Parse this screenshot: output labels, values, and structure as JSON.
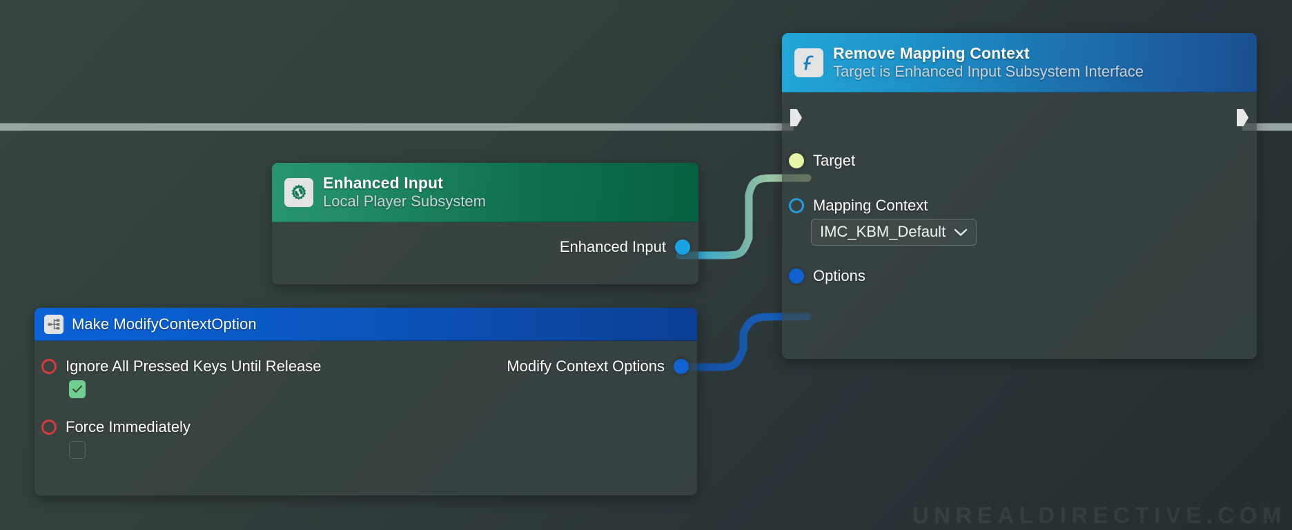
{
  "app": {
    "context": "Unreal Engine Blueprint Graph",
    "watermark": "UNREALDIRECTIVE.COM",
    "background_from": "#37463f",
    "background_to": "#252d30"
  },
  "colors": {
    "exec_wire": "#9aa6a4",
    "object_pin": "#e9f5a6",
    "struct_pin": "#0f63d2",
    "subsystem_pin": "#19a3e5",
    "bool_pin": "#d53b3b",
    "class_pin": "#1f9ee0",
    "function_node_header": "#1d8fc6",
    "subsystem_node_header": "#10714f",
    "make_node_header": "#0a59c4",
    "checkbox_checked": "#6ecf8e"
  },
  "nodes": [
    {
      "id": "remove-mapping-context",
      "icon": "function-f-icon",
      "title": "Remove Mapping Context",
      "subtitle": "Target is Enhanced Input Subsystem Interface",
      "exec_in": {
        "name": "exec-in-pin",
        "connected": true
      },
      "exec_out": {
        "name": "exec-out-pin",
        "connected": true
      },
      "inputs": [
        {
          "label": "Target",
          "pin_style": "dot-object",
          "connected": true
        },
        {
          "label": "Mapping Context",
          "pin_style": "ring-class",
          "connected": false,
          "widget": {
            "type": "dropdown",
            "value": "IMC_KBM_Default"
          }
        },
        {
          "label": "Options",
          "pin_style": "dot-struct",
          "connected": true
        }
      ]
    },
    {
      "id": "enhanced-input",
      "icon": "gear-icon",
      "title": "Enhanced Input",
      "subtitle": "Local Player Subsystem",
      "outputs": [
        {
          "label": "Enhanced Input",
          "pin_style": "dot-subsystem",
          "connected": true
        }
      ]
    },
    {
      "id": "make-modify-context-option",
      "icon": "make-struct-icon",
      "title": "Make ModifyContextOption",
      "inputs": [
        {
          "label": "Ignore All Pressed Keys Until Release",
          "pin_style": "ring-bool",
          "widget": {
            "type": "checkbox",
            "checked": true
          }
        },
        {
          "label": "Force Immediately",
          "pin_style": "ring-bool",
          "widget": {
            "type": "checkbox",
            "checked": false
          }
        }
      ],
      "outputs": [
        {
          "label": "Modify Context Options",
          "pin_style": "dot-struct",
          "connected": true
        }
      ]
    }
  ],
  "connections": [
    {
      "from": "enhanced-input.Enhanced Input",
      "to": "remove-mapping-context.Target",
      "color_from": "#19a3e5",
      "color_to": "#c9dd9a"
    },
    {
      "from": "make-modify-context-option.Modify Context Options",
      "to": "remove-mapping-context.Options",
      "color_from": "#1356a8",
      "color_to": "#1a60c0"
    },
    {
      "from": "graph-left-edge",
      "to": "remove-mapping-context.exec-in",
      "color_from": "#9aa6a4",
      "color_to": "#9aa6a4"
    },
    {
      "from": "remove-mapping-context.exec-out",
      "to": "graph-right-edge",
      "color_from": "#9aa6a4",
      "color_to": "#9aa6a4"
    }
  ]
}
